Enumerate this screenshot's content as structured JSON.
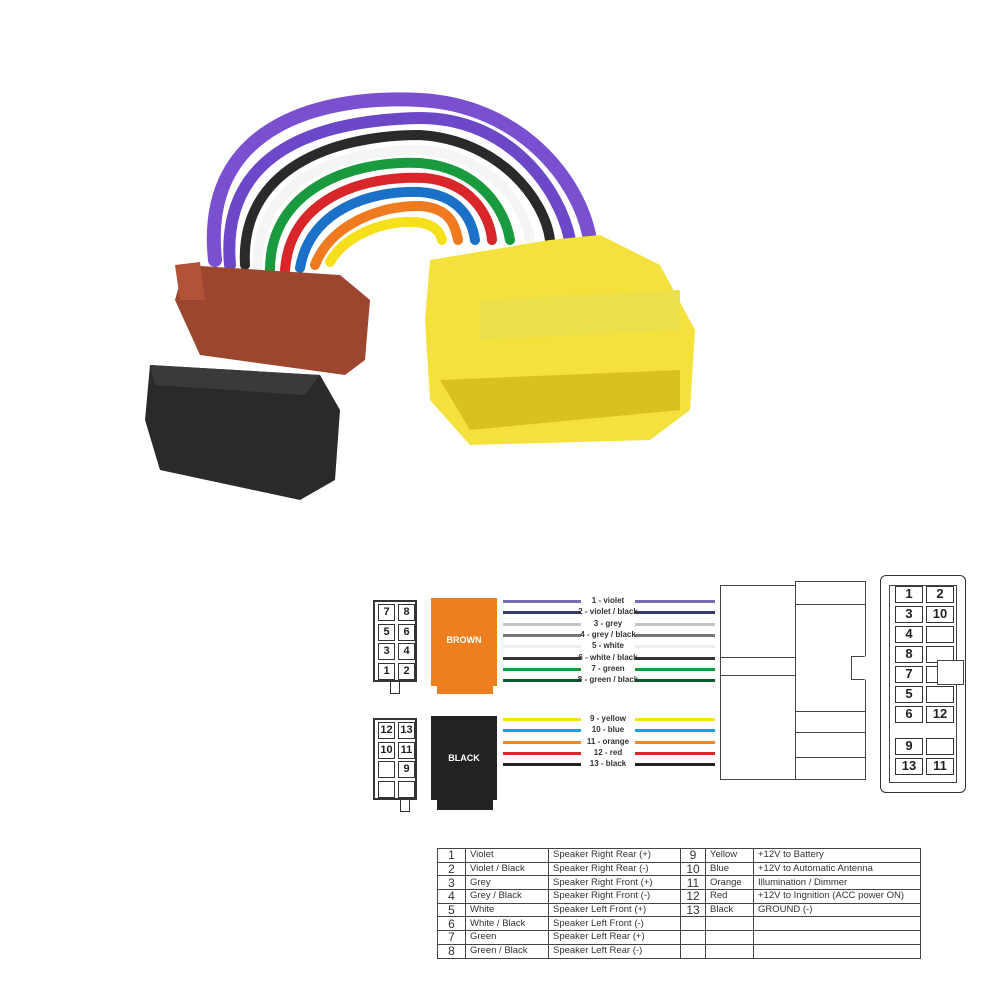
{
  "diagram": {
    "brown_label": "BROWN",
    "black_label": "BLACK",
    "brown_pins": [
      "7",
      "8",
      "5",
      "6",
      "3",
      "4",
      "1",
      "2"
    ],
    "black_pins": [
      "12",
      "13",
      "10",
      "11",
      "",
      "9",
      "",
      ""
    ],
    "wires_brown": [
      {
        "label": "1 - violet",
        "color": "#7b6bb0",
        "stripe": ""
      },
      {
        "label": "2 - violet / black",
        "color": "#3a3a6a",
        "stripe": ""
      },
      {
        "label": "3 - grey",
        "color": "#c4c4c4",
        "stripe": ""
      },
      {
        "label": "4 - grey / black",
        "color": "#777777",
        "stripe": ""
      },
      {
        "label": "5 - white",
        "color": "#eeeeee",
        "stripe": ""
      },
      {
        "label": "6 - white / black",
        "color": "#333333",
        "stripe": ""
      },
      {
        "label": "7 - green",
        "color": "#1a9a3e",
        "stripe": ""
      },
      {
        "label": "8 - green / black",
        "color": "#0f5a2a",
        "stripe": ""
      }
    ],
    "wires_black": [
      {
        "label": "9 - yellow",
        "color": "#f5e01a"
      },
      {
        "label": "10 - blue",
        "color": "#1ba2dc"
      },
      {
        "label": "11 - orange",
        "color": "#e8892a"
      },
      {
        "label": "12 - red",
        "color": "#d9262b"
      },
      {
        "label": "13 - black",
        "color": "#222222"
      }
    ],
    "face_pins": [
      [
        "1",
        "2"
      ],
      [
        "3",
        "10"
      ],
      [
        "4",
        ""
      ],
      [
        "8",
        ""
      ],
      [
        "7",
        ""
      ],
      [
        "5",
        ""
      ],
      [
        "6",
        "12"
      ],
      [
        "9",
        ""
      ],
      [
        "13",
        "11"
      ]
    ],
    "colors": {
      "brown_block": "#ee7f1f",
      "black_block": "#222222"
    }
  },
  "table": {
    "left": [
      [
        "1",
        "Violet",
        "Speaker Right Rear (+)"
      ],
      [
        "2",
        "Violet / Black",
        "Speaker Right Rear (-)"
      ],
      [
        "3",
        "Grey",
        "Speaker Right Front (+)"
      ],
      [
        "4",
        "Grey / Black",
        "Speaker Right Front (-)"
      ],
      [
        "5",
        "White",
        "Speaker Left Front (+)"
      ],
      [
        "6",
        "White / Black",
        "Speaker Left Front (-)"
      ],
      [
        "7",
        "Green",
        "Speaker Left Rear (+)"
      ],
      [
        "8",
        "Green / Black",
        "Speaker Left Rear (-)"
      ]
    ],
    "right": [
      [
        "9",
        "Yellow",
        "+12V to Battery"
      ],
      [
        "10",
        "Blue",
        "+12V to Automatic Antenna"
      ],
      [
        "11",
        "Orange",
        "Illumination / Dimmer"
      ],
      [
        "12",
        "Red",
        "+12V to Ingnition (ACC power ON)"
      ],
      [
        "13",
        "Black",
        "GROUND (-)"
      ],
      [
        "",
        "",
        ""
      ],
      [
        "",
        "",
        ""
      ],
      [
        "",
        "",
        ""
      ]
    ]
  }
}
